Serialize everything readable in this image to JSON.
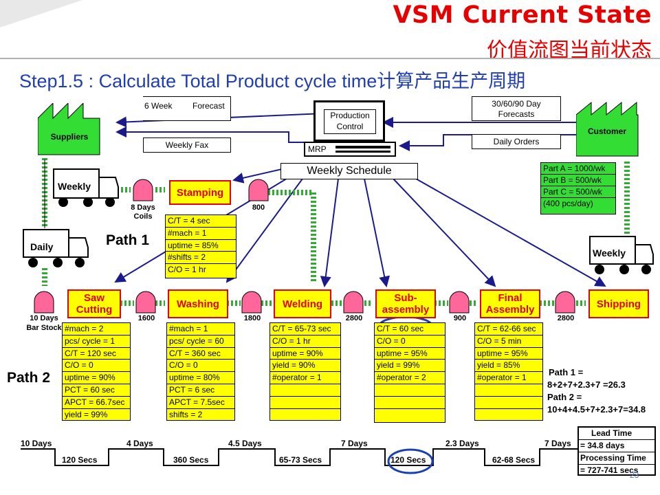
{
  "header": {
    "title_en": "VSM Current State",
    "title_cn": "价值流图当前状态"
  },
  "step_title": "Step1.5 : Calculate Total Product cycle time计算产品生产周期",
  "suppliers": {
    "label": "Suppliers"
  },
  "customer": {
    "label": "Customer"
  },
  "control": {
    "production_control": [
      "Production",
      "Control"
    ],
    "mrp": "MRP"
  },
  "info_boxes": {
    "forecast_6wk": [
      "6 Week",
      "Forecast"
    ],
    "weekly_fax": "Weekly Fax",
    "forecasts_30_60_90": [
      "30/60/90 Day",
      "Forecasts"
    ],
    "daily_orders": "Daily Orders",
    "weekly_schedule": "Weekly Schedule"
  },
  "trucks": {
    "top_left": "Weekly",
    "left": "Daily",
    "right": "Weekly"
  },
  "demand": [
    "Part A = 1000/wk",
    "Part B = 500/wk",
    "Part C = 500/wk",
    " (400 pcs/day)"
  ],
  "path_labels": {
    "path1": "Path 1",
    "path2": "Path 2"
  },
  "inventory": {
    "coils": [
      "8 Days",
      "Coils"
    ],
    "after_stamping": "800",
    "bar_stock": [
      "10 Days",
      "Bar Stock"
    ],
    "i1600": "1600",
    "i1800": "1800",
    "i2800a": "2800",
    "i900": "900",
    "i2800b": "2800"
  },
  "processes": {
    "stamping": {
      "name": [
        "Stamping"
      ],
      "data": [
        "C/T = 4 sec",
        "#mach = 1",
        "uptime = 85%",
        "#shifts = 2",
        "C/O = 1 hr"
      ]
    },
    "saw": {
      "name": [
        "Saw",
        "Cutting"
      ],
      "data": [
        "#mach = 2",
        "  pcs/ cycle = 1",
        "  C/T = 120 sec",
        "  C/O = 0",
        "  uptime = 90%",
        "  PCT = 60 sec",
        "APCT = 66.7sec",
        "  yield = 99%"
      ]
    },
    "washing": {
      "name": [
        "Washing"
      ],
      "data": [
        "#mach = 1",
        "pcs/ cycle = 60",
        "C/T = 360 sec",
        "C/O = 0",
        "uptime = 80%",
        "PCT = 6 sec",
        "APCT = 7.5sec",
        "shifts = 2"
      ]
    },
    "welding": {
      "name": [
        "Welding"
      ],
      "data": [
        "C/T = 65-73 sec",
        " C/O = 1 hr",
        " uptime = 90%",
        " yield = 90%",
        " #operator = 1",
        "",
        "",
        ""
      ]
    },
    "subassembly": {
      "name": [
        "Sub-",
        "assembly"
      ],
      "data": [
        "C/T = 60 sec",
        "  C/O = 0",
        "  uptime = 95%",
        "  yield = 99%",
        "  #operator = 2",
        "",
        "",
        ""
      ]
    },
    "final": {
      "name": [
        "Final",
        "Assembly"
      ],
      "data": [
        "C/T = 62-66 sec",
        "  C/O = 5 min",
        "  uptime = 95%",
        "  yield = 85%",
        "  #operator = 1",
        "",
        "",
        ""
      ]
    },
    "shipping": {
      "name": [
        "Shipping"
      ]
    }
  },
  "path_sums": [
    "Path 1 =",
    "8+2+7+2.3+7 =26.3",
    "Path 2 =",
    "10+4+4.5+7+2.3+7=34.8"
  ],
  "timeline": {
    "days": [
      "10 Days",
      "4 Days",
      "4.5 Days",
      "7 Days",
      "2.3 Days",
      "7 Days"
    ],
    "secs": [
      "120 Secs",
      "360 Secs",
      "65-73 Secs",
      "120 Secs",
      "62-68 Secs"
    ],
    "summary": [
      "Lead  Time",
      "= 34.8 days",
      "Processing Time",
      "= 727-741 secs"
    ]
  },
  "page_number": "23",
  "colors": {
    "title": "#e60000",
    "subtitle": "#1f3fb0",
    "process_fill": "#ffff00",
    "process_border": "#e60000",
    "factory": "#33dd33",
    "inventory": "#ff6699",
    "arrow": "#1a1a8c",
    "highlight": "#1a3fb0"
  }
}
